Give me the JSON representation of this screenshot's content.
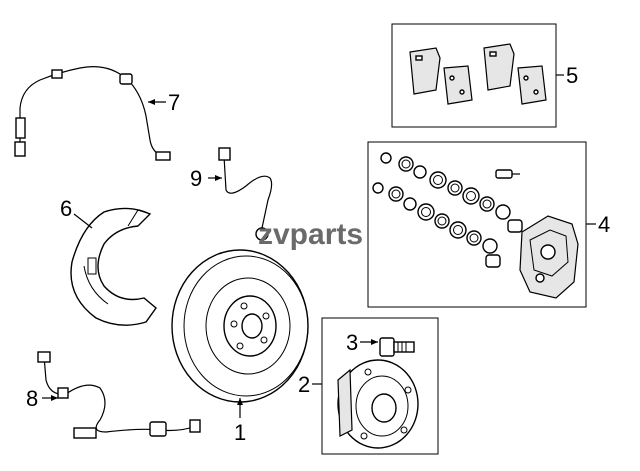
{
  "watermark": {
    "text": "zvparts"
  },
  "callouts": [
    {
      "id": "1",
      "label": "1",
      "part": "brake-rotor"
    },
    {
      "id": "2",
      "label": "2",
      "part": "hub-assembly"
    },
    {
      "id": "3",
      "label": "3",
      "part": "hub-bolt"
    },
    {
      "id": "4",
      "label": "4",
      "part": "caliper-kit"
    },
    {
      "id": "5",
      "label": "5",
      "part": "brake-pads"
    },
    {
      "id": "6",
      "label": "6",
      "part": "dust-shield"
    },
    {
      "id": "7",
      "label": "7",
      "part": "wear-sensor"
    },
    {
      "id": "8",
      "label": "8",
      "part": "abs-sensor"
    },
    {
      "id": "9",
      "label": "9",
      "part": "brake-hose"
    }
  ]
}
